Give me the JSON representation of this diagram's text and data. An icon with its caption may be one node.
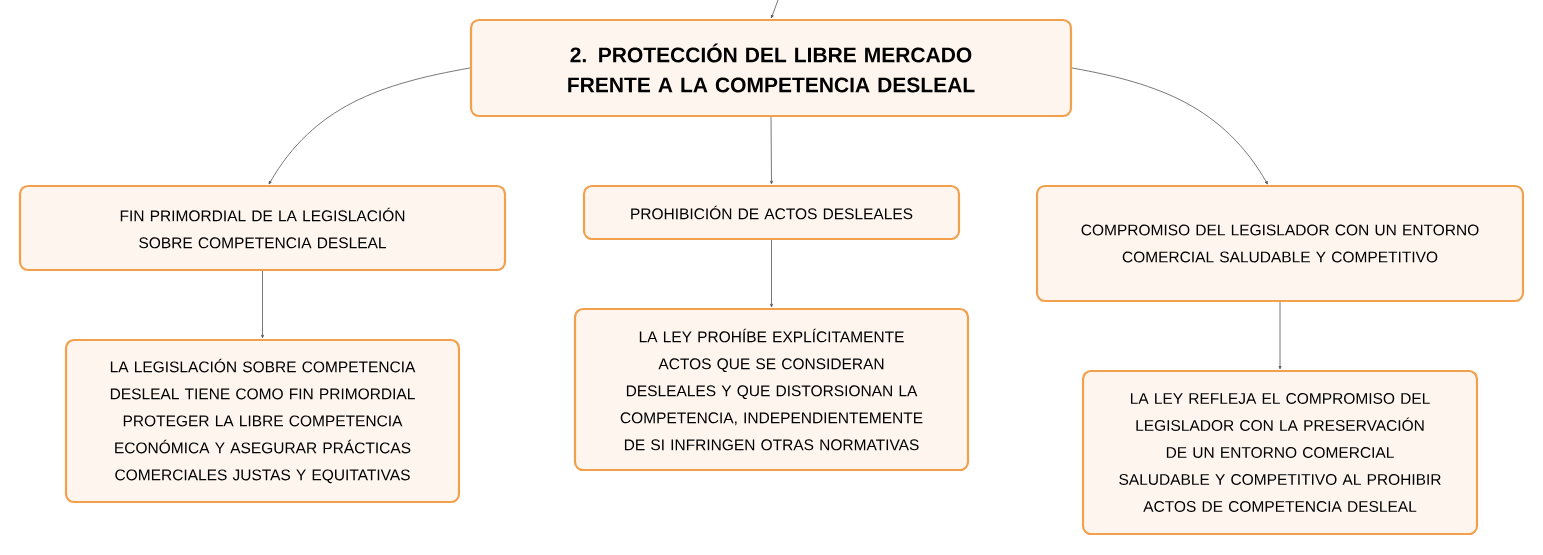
{
  "diagram": {
    "nodes": [
      {
        "text": [
          "2. PROTECCIÓN DEL LIBRE MERCADO FRENTE A LA COMPETENCIA DESLEAL"
        ]
      },
      {
        "text": [
          "FIN PRIMORDIAL DE LA LEGISLACIÓN SOBRE COMPETENCIA DESLEAL"
        ]
      },
      {
        "text": [
          "PROHIBICIÓN DE ACTOS DESLEALES"
        ]
      },
      {
        "text": [
          "COMPROMISO DEL LEGISLADOR CON UN ENTORNO COMERCIAL SALUDABLE Y COMPETITIVO"
        ]
      },
      {
        "text": [
          "LA LEGISLACIÓN SOBRE COMPETENCIA DESLEAL TIENE COMO FIN PRIMORDIAL PROTEGER LA LIBRE COMPETENCIA ECONÓMICA Y ASEGURAR PRÁCTICAS COMERCIALES JUSTAS Y EQUITATIVAS"
        ]
      },
      {
        "text": [
          "LA LEY PROHÍBE EXPLÍCITAMENTE ACTOS QUE SE CONSIDERAN DESLEALES Y QUE DISTORSIONAN LA COMPETENCIA, INDEPENDIENTEMENTE DE SI INFRINGEN OTRAS NORMATIVAS"
        ]
      },
      {
        "text": [
          "LA LEY REFLEJA EL COMPROMISO DEL LEGISLADOR CON LA PRESERVACIÓN DE UN ENTORNO COMERCIAL SALUDABLE Y COMPETITIVO AL PROHIBIR ACTOS DE COMPETENCIA DESLEAL"
        ]
      }
    ],
    "edges": [
      {
        "from": null,
        "to": 0,
        "arrow": "to"
      },
      {
        "from": 0,
        "to": 1,
        "arrow": "to"
      },
      {
        "from": 0,
        "to": 2,
        "arrow": "to"
      },
      {
        "from": 0,
        "to": 3,
        "arrow": "to"
      },
      {
        "from": 1,
        "to": 4,
        "arrow": "to"
      },
      {
        "from": 2,
        "to": 5,
        "arrow": "to"
      },
      {
        "from": 3,
        "to": 6,
        "arrow": "to"
      }
    ]
  }
}
